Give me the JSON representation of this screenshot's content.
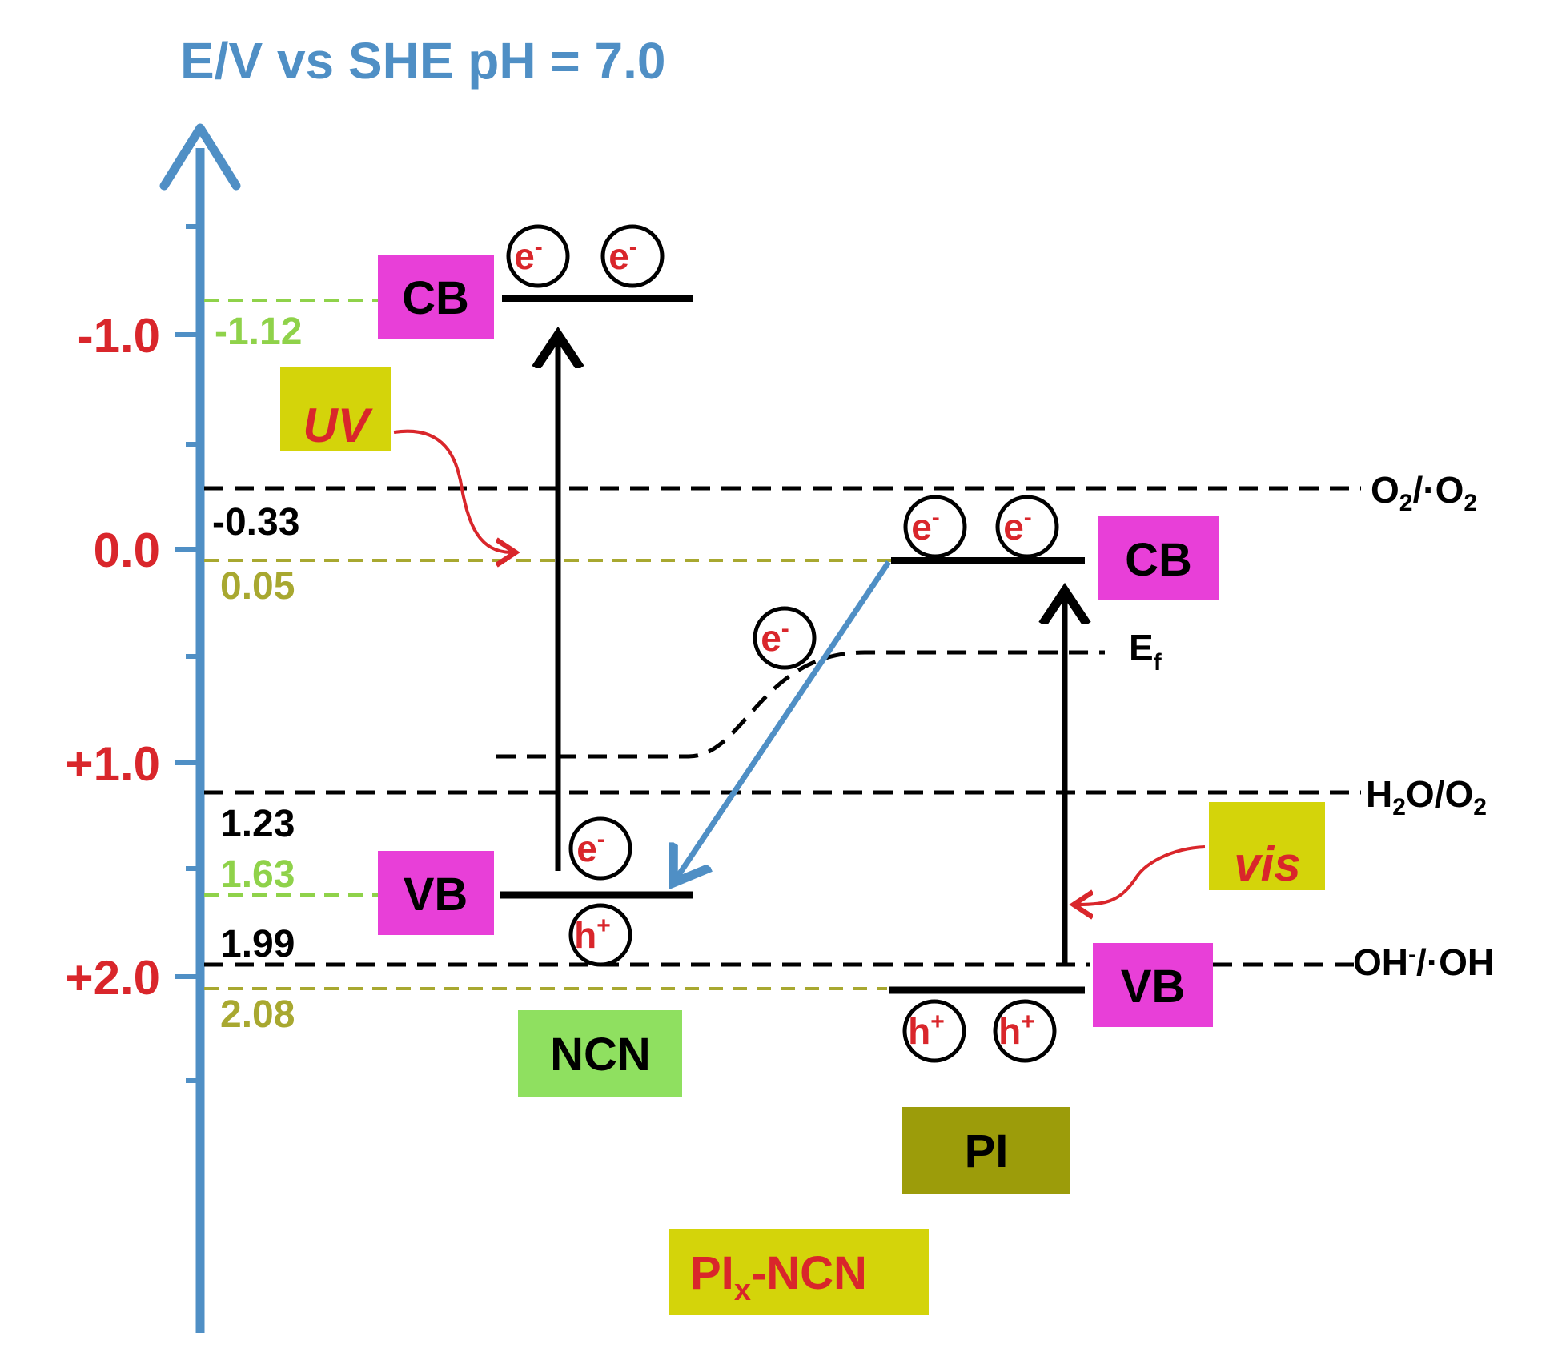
{
  "axis": {
    "title": "E/V vs SHE pH = 7.0",
    "tick_labels": [
      "-1.0",
      "0.0",
      "+1.0",
      "+2.0"
    ],
    "color": "#4f8fc5"
  },
  "levels": {
    "ncn_cb": "-1.12",
    "ncn_vb": "1.63",
    "pi_cb": "0.05",
    "pi_vb": "2.08",
    "o2_redox": "-0.33",
    "h2o_redox": "1.23",
    "oh_redox": "1.99"
  },
  "redox_couples": {
    "o2": {
      "main": "O",
      "sub1": "2",
      "mid": "/·O",
      "sub2": "2"
    },
    "h2o": {
      "main": "H",
      "sub1": "2",
      "mid": "O/O",
      "sub2": "2"
    },
    "oh": {
      "main": "OH",
      "sup": "-",
      "tail": "/·OH"
    }
  },
  "band_labels": {
    "cb": "CB",
    "vb": "VB"
  },
  "fermi": {
    "main": "E",
    "sub": "f"
  },
  "carriers": {
    "electron": {
      "main": "e",
      "sup": "-"
    },
    "hole": {
      "main": "h",
      "sup": "+"
    }
  },
  "light": {
    "uv": "UV",
    "vis": "vis"
  },
  "materials": {
    "ncn": "NCN",
    "pi": "PI",
    "composite": {
      "main": "PI",
      "sub": "x",
      "tail": "-NCN"
    }
  },
  "colors": {
    "band_box": "#e83fd8",
    "light_box": "#d4d40a",
    "ncn_box": "#8fe060",
    "pi_box": "#9c9c0a",
    "composite_box": "#d4d40a",
    "tick_red": "#d9262b",
    "level_green": "#8fd24a",
    "level_olive": "#a8a830",
    "transfer_arrow": "#4f8fc5"
  }
}
